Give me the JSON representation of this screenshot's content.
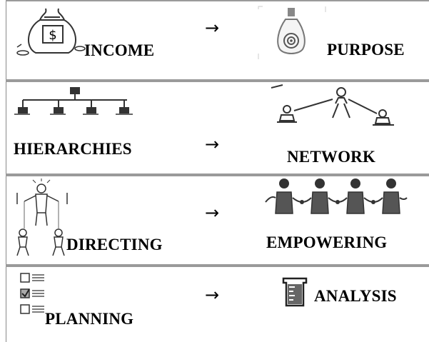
{
  "rows": [
    {
      "left": "INCOME",
      "arrow": "→",
      "right": "PURPOSE",
      "left_icon": "money-bag-icon",
      "right_icon": "target-bulb-icon"
    },
    {
      "left": "HIERARCHIES",
      "arrow": "→",
      "right": "NETWORK",
      "left_icon": "org-chart-icon",
      "right_icon": "connected-people-icon"
    },
    {
      "left": "DIRECTING",
      "arrow": "→",
      "right": "EMPOWERING",
      "left_icon": "puppeteer-icon",
      "right_icon": "holding-hands-icon"
    },
    {
      "left": "PLANNING",
      "arrow": "→",
      "right": "ANALYSIS",
      "left_icon": "checklist-icon",
      "right_icon": "beaker-icon"
    }
  ]
}
